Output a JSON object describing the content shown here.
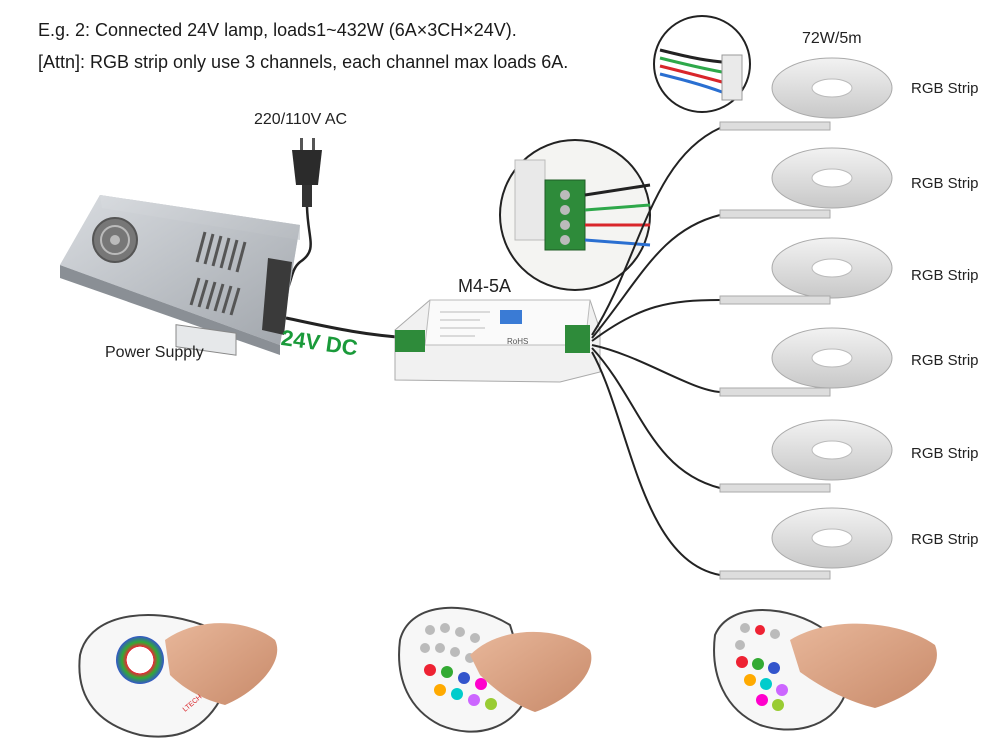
{
  "header": {
    "line1": "E.g. 2: Connected 24V lamp, loads1~432W (6A×3CH×24V).",
    "line2": "[Attn]: RGB strip only use 3 channels, each channel max loads 6A."
  },
  "labels": {
    "ac": "220/110V AC",
    "power_supply": "Power Supply",
    "dc": "24V DC",
    "controller": "M4-5A",
    "strip_power": "72W/5m"
  },
  "strips": [
    {
      "label": "RGB Strip"
    },
    {
      "label": "RGB Strip"
    },
    {
      "label": "RGB Strip"
    },
    {
      "label": "RGB Strip"
    },
    {
      "label": "RGB Strip"
    },
    {
      "label": "RGB Strip"
    }
  ],
  "device_marks": {
    "controller_cert": "RoHS",
    "remote_brand": "LTECH"
  },
  "colors": {
    "dc_text": "#1a9a3a",
    "wire": "#222222",
    "wire_red": "#d9262b",
    "wire_green": "#2ea84a",
    "wire_blue": "#2a6fd1"
  },
  "icons": [
    "power-plug-icon",
    "power-supply-image",
    "controller-image",
    "wiring-zoom-icon",
    "connector-zoom-icon",
    "rgb-strip-reel-image",
    "remote-control-image"
  ]
}
